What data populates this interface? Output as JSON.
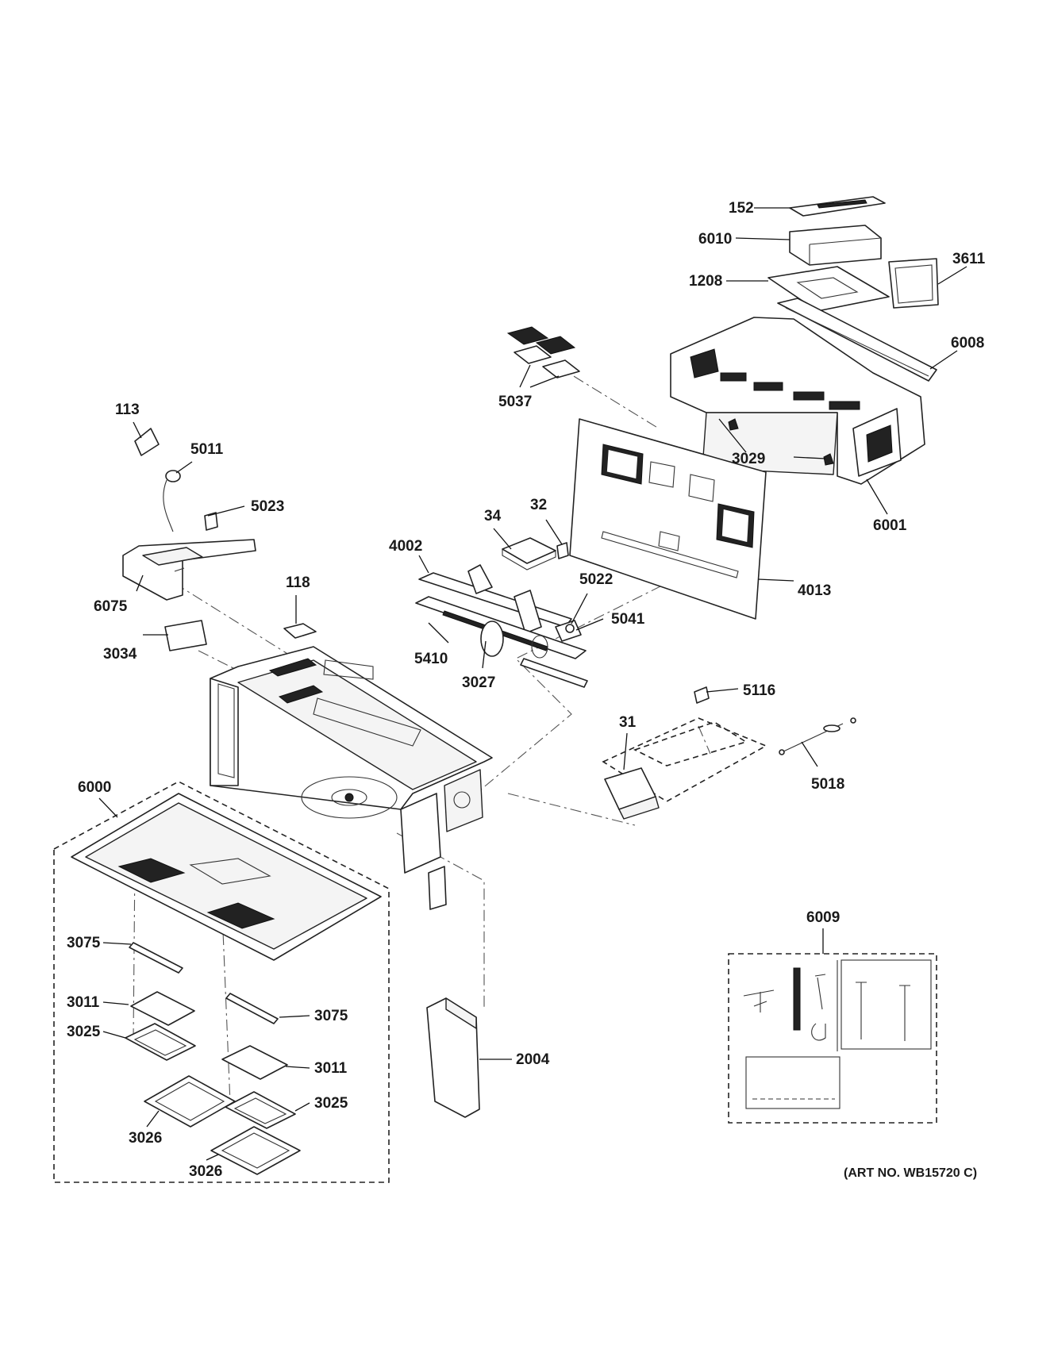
{
  "art_number": "(ART NO. WB15720 C)",
  "callouts": {
    "c152": "152",
    "c6010": "6010",
    "c3611": "3611",
    "c1208": "1208",
    "c6008": "6008",
    "c5037": "5037",
    "c113": "113",
    "c5011": "5011",
    "c3029": "3029",
    "c5023": "5023",
    "c6001": "6001",
    "c32": "32",
    "c34": "34",
    "c4002": "4002",
    "c5022": "5022",
    "c6075": "6075",
    "c118": "118",
    "c5041": "5041",
    "c4013": "4013",
    "c3034": "3034",
    "c5410": "5410",
    "c3027": "3027",
    "c5116": "5116",
    "c31": "31",
    "c6000": "6000",
    "c5018": "5018",
    "c6009": "6009",
    "c3075a": "3075",
    "c3011a": "3011",
    "c3075b": "3075",
    "c3025a": "3025",
    "c2004": "2004",
    "c3011b": "3011",
    "c3025b": "3025",
    "c3026a": "3026",
    "c3026b": "3026"
  }
}
